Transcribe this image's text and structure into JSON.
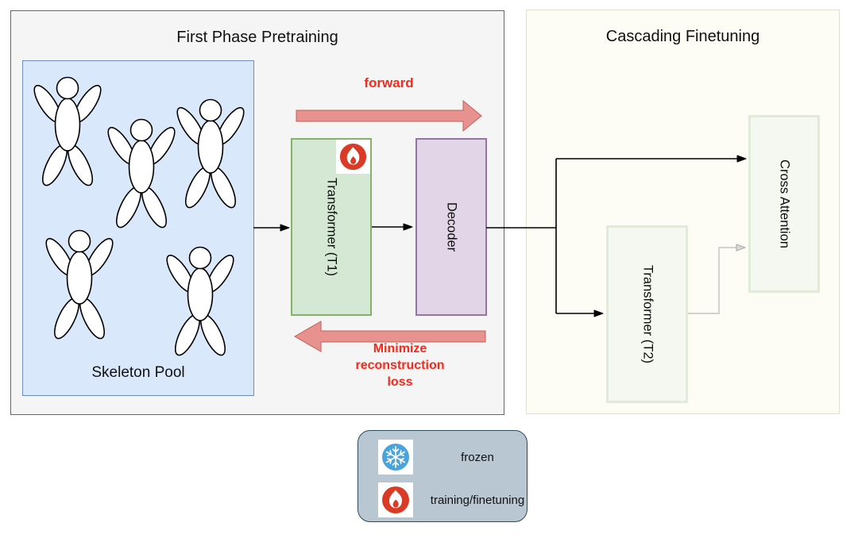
{
  "left_panel": {
    "title": "First Phase Pretraining",
    "skeleton_pool": {
      "label": "Skeleton Pool",
      "figure_count": 5
    },
    "transformer_t1": {
      "label": "Transformer (T1)",
      "badge": "fire-icon"
    },
    "decoder": {
      "label": "Decoder"
    },
    "forward_arrow_label": "forward",
    "backward_arrow_label": "Minimize reconstruction loss"
  },
  "right_panel": {
    "title": "Cascading Finetuning",
    "transformer_t2": {
      "label": "Transformer (T2)"
    },
    "cross_attention": {
      "label": "Cross Attention"
    }
  },
  "legend": {
    "items": [
      {
        "icon": "snowflake-icon",
        "label": "frozen"
      },
      {
        "icon": "fire-icon",
        "label": "training/finetuning"
      }
    ]
  },
  "colors": {
    "left_panel_bg": "#f5f5f5",
    "right_panel_bg": "#fdfcf5",
    "skeleton_pool_fill": "#dae8fc",
    "skeleton_pool_border": "#6c8ebf",
    "t1_fill": "#d5e8d4",
    "t1_border": "#82b366",
    "decoder_fill": "#e1d5e7",
    "decoder_border": "#9673a6",
    "finetune_box_fill": "#f5f8f1",
    "finetune_box_border": "#e1ebd9",
    "red_accent": "#f42a1d",
    "block_arrow_fill": "#e89290",
    "block_arrow_border": "#c2605b",
    "legend_fill": "#b9c7d2",
    "legend_border": "#2e4a5e",
    "snowflake_blue": "#4aa3dc",
    "fire_red": "#da3b26"
  }
}
